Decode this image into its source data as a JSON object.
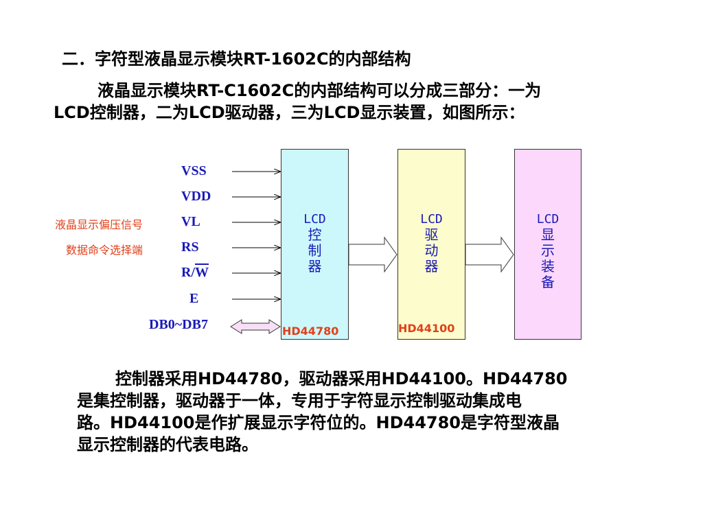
{
  "title": "二．字符型液晶显示模块RT-1602C的内部结构",
  "intro": {
    "line1": "液晶显示模块RT-C1602C的内部结构可以分成三部分：一为",
    "line2": "LCD控制器，二为LCD驱动器，三为LCD显示装置，如图所示："
  },
  "diagram": {
    "signals": {
      "vss": "VSS",
      "vdd": "VDD",
      "vl": "VL",
      "rs": "RS",
      "rw_r": "R/",
      "rw_w": "W",
      "e": "E",
      "db": "DB0~DB7"
    },
    "notes": {
      "vl": "液晶显示偏压信号",
      "rs": "数据命令选择端"
    },
    "blocks": {
      "controller": {
        "l1": "LCD",
        "l2": "控",
        "l3": "制",
        "l4": "器",
        "chip": "HD44780",
        "color": "#ccf8fb"
      },
      "driver": {
        "l1": "LCD",
        "l2": "驱",
        "l3": "动",
        "l4": "器",
        "chip": "HD44100",
        "color": "#fcfccc"
      },
      "display": {
        "l1": "LCD",
        "l2": "显",
        "l3": "示",
        "l4": "装",
        "l5": "备",
        "color": "#fcd8fc"
      }
    }
  },
  "body": {
    "line1": "控制器采用HD44780，驱动器采用HD44100。HD44780",
    "line2": "是集控制器，驱动器于一体，专用于字符显示控制驱动集成电",
    "line3": "路。HD44100是作扩展显示字符位的。HD44780是字符型液晶",
    "line4": "显示控制器的代表电路。"
  }
}
